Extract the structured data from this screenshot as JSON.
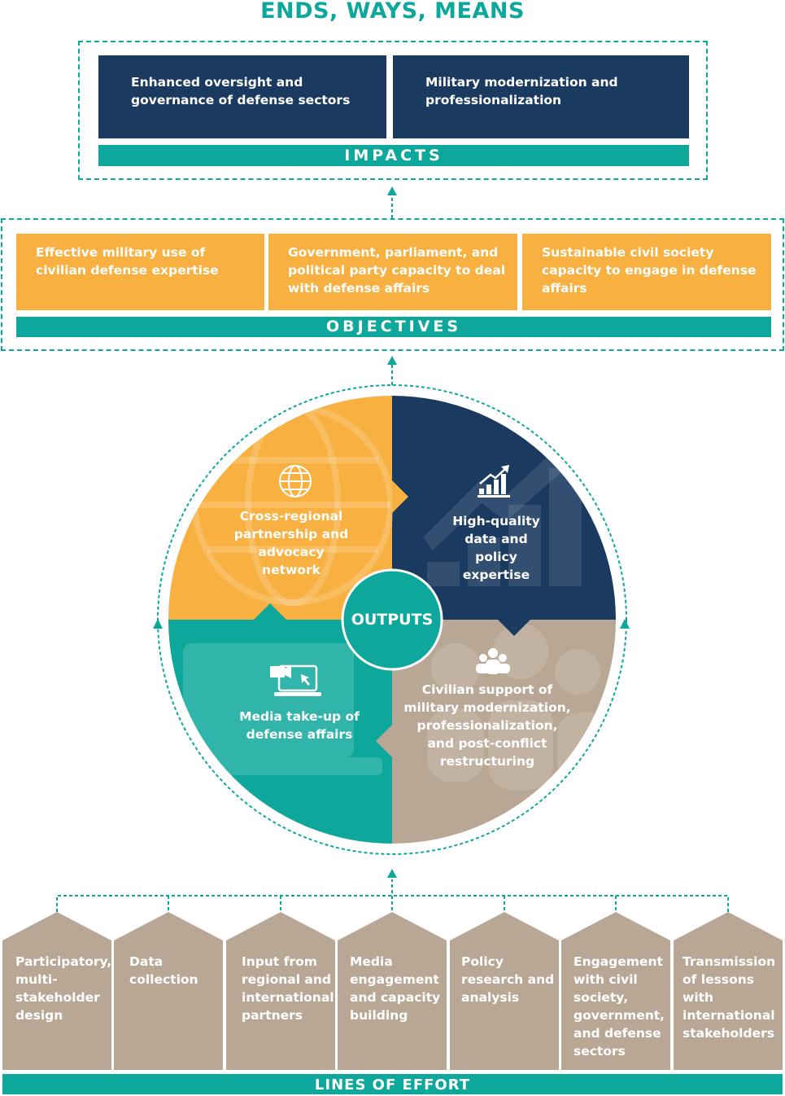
{
  "title": "ENDS, WAYS, MEANS",
  "impacts": {
    "label": "IMPACTS",
    "items": [
      "Enhanced oversight and governance of defense sectors",
      "Military modernization and professionalization"
    ]
  },
  "objectives": {
    "label": "OBJECTIVES",
    "items": [
      "Effective military use of civilian defense expertise",
      "Government, parliament, and political party capacity to deal with defense affairs",
      "Sustainable civil society capacity to engage in defense affairs"
    ]
  },
  "outputs": {
    "label": "OUTPUTS",
    "items": [
      {
        "label": "Cross-regional partnership and advocacy network",
        "icon": "globe-icon",
        "color": "#f8b040"
      },
      {
        "label": "High-quality data and policy expertise",
        "icon": "chart-growth-icon",
        "color": "#1b3a60"
      },
      {
        "label": "Media take-up of defense affairs",
        "icon": "video-laptop-icon",
        "color": "#0ea79b"
      },
      {
        "label": "Civilian support of military modernization, professionalization, and post-conflict restructuring",
        "icon": "people-group-icon",
        "color": "#b9a795"
      }
    ]
  },
  "lines_of_effort": {
    "label": "LINES OF EFFORT",
    "items": [
      "Participatory, multi-stakeholder design",
      "Data collection",
      "Input from regional and international partners",
      "Media engagement and capacity building",
      "Policy research and analysis",
      "Engagement with civil society, government, and defense sectors",
      "Transmission of lessons with international stakeholders"
    ]
  },
  "colors": {
    "teal": "#0ea79b",
    "navy": "#1b3a60",
    "orange": "#f8b040",
    "taupe": "#b9a795"
  }
}
